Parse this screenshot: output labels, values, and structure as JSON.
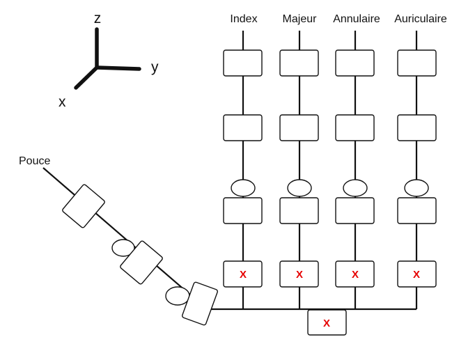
{
  "axes": {
    "z_label": "z",
    "y_label": "y",
    "x_label": "x"
  },
  "fingers": [
    {
      "name": "Index"
    },
    {
      "name": "Majeur"
    },
    {
      "name": "Annulaire"
    },
    {
      "name": "Auriculaire"
    }
  ],
  "thumb": {
    "name": "Pouce"
  },
  "locked_mark": "X",
  "colors": {
    "line": "#111111",
    "locked_mark": "#e60000",
    "background": "#ffffff"
  }
}
